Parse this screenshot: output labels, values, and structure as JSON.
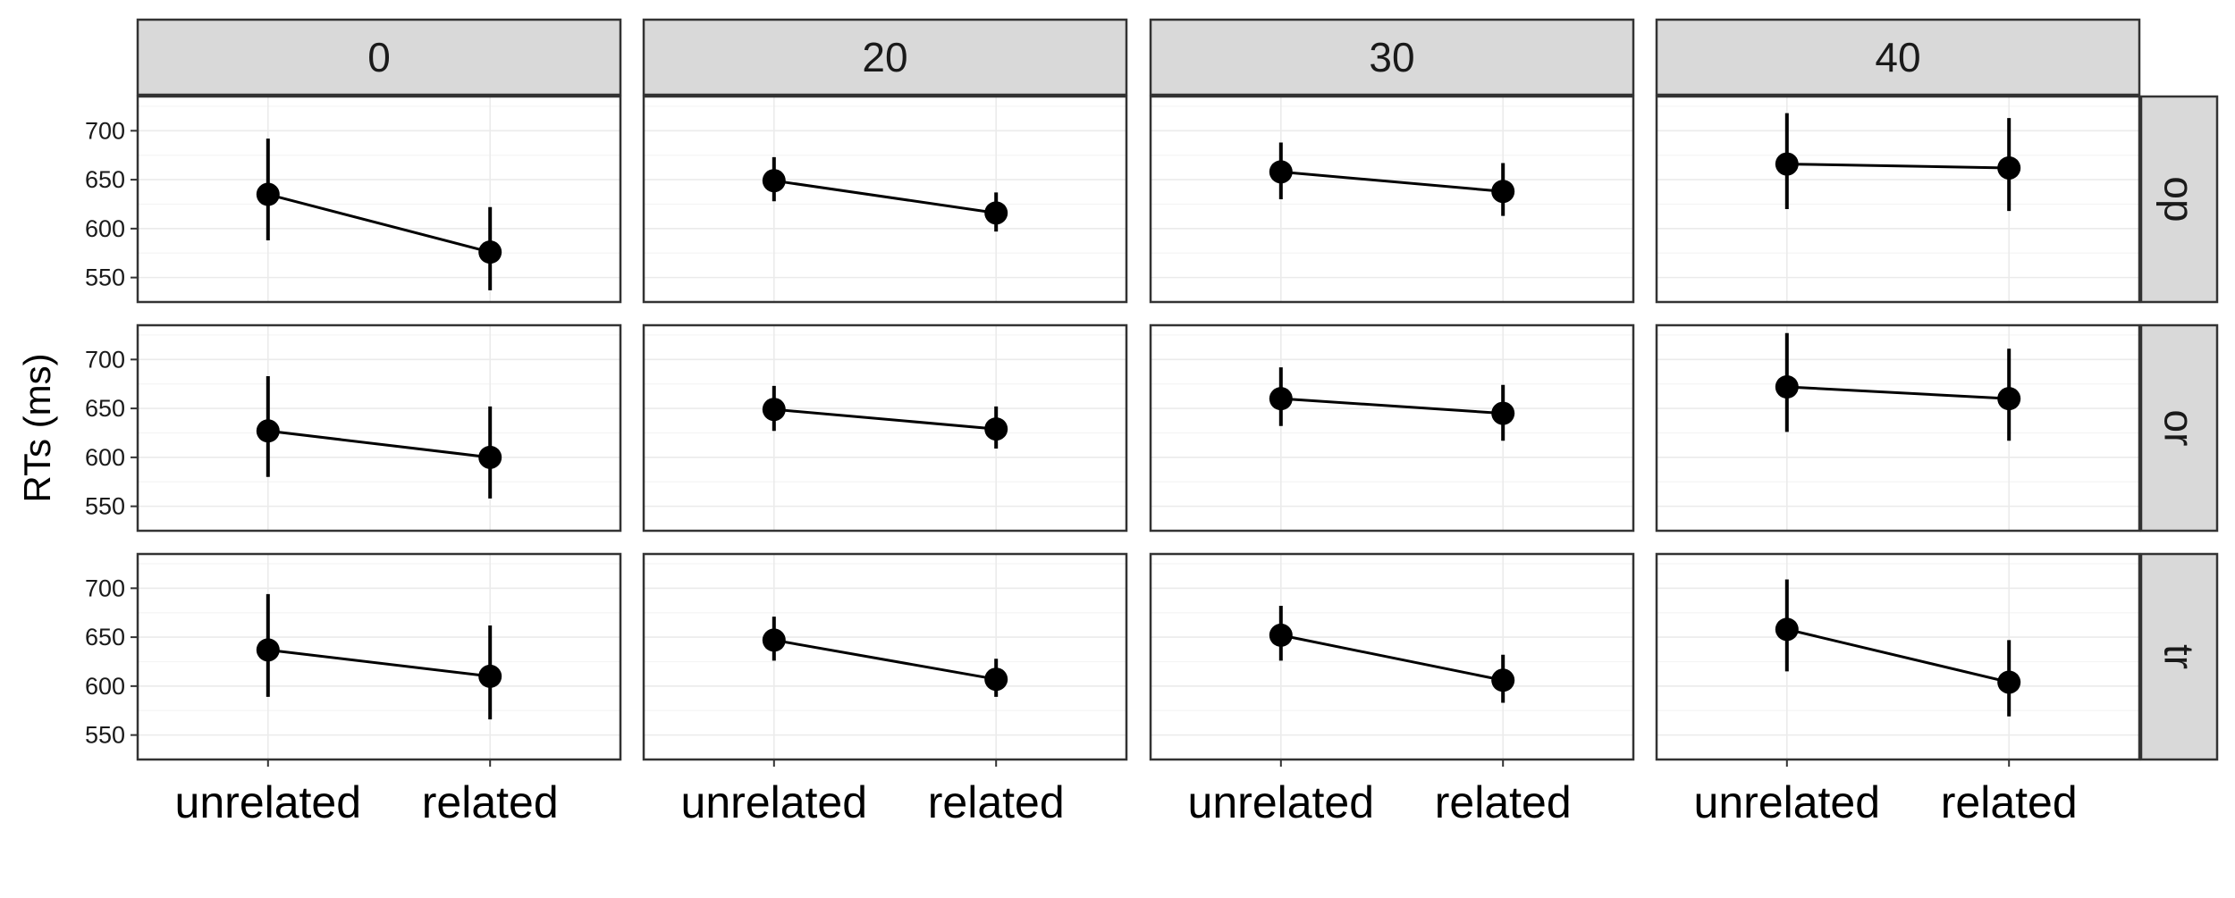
{
  "chart_data": {
    "type": "line",
    "ylabel": "RTs (ms)",
    "xlabel": "",
    "categories": [
      "unrelated",
      "related"
    ],
    "ylim": [
      525,
      735
    ],
    "yticks": [
      550,
      600,
      650,
      700
    ],
    "grid": true,
    "col_facets": [
      "0",
      "20",
      "30",
      "40"
    ],
    "row_facets": [
      "op",
      "or",
      "tr"
    ],
    "panels": [
      {
        "row": "op",
        "col": "0",
        "mean": [
          635,
          576
        ],
        "lower": [
          588,
          537
        ],
        "upper": [
          692,
          622
        ]
      },
      {
        "row": "op",
        "col": "20",
        "mean": [
          649,
          616
        ],
        "lower": [
          628,
          597
        ],
        "upper": [
          673,
          637
        ]
      },
      {
        "row": "op",
        "col": "30",
        "mean": [
          658,
          638
        ],
        "lower": [
          630,
          613
        ],
        "upper": [
          688,
          667
        ]
      },
      {
        "row": "op",
        "col": "40",
        "mean": [
          666,
          662
        ],
        "lower": [
          620,
          618
        ],
        "upper": [
          718,
          713
        ]
      },
      {
        "row": "or",
        "col": "0",
        "mean": [
          627,
          600
        ],
        "lower": [
          580,
          558
        ],
        "upper": [
          683,
          652
        ]
      },
      {
        "row": "or",
        "col": "20",
        "mean": [
          649,
          629
        ],
        "lower": [
          627,
          609
        ],
        "upper": [
          673,
          652
        ]
      },
      {
        "row": "or",
        "col": "30",
        "mean": [
          660,
          645
        ],
        "lower": [
          632,
          617
        ],
        "upper": [
          692,
          674
        ]
      },
      {
        "row": "or",
        "col": "40",
        "mean": [
          672,
          660
        ],
        "lower": [
          626,
          617
        ],
        "upper": [
          727,
          711
        ]
      },
      {
        "row": "tr",
        "col": "0",
        "mean": [
          637,
          610
        ],
        "lower": [
          589,
          566
        ],
        "upper": [
          694,
          662
        ]
      },
      {
        "row": "tr",
        "col": "20",
        "mean": [
          647,
          607
        ],
        "lower": [
          626,
          589
        ],
        "upper": [
          671,
          628
        ]
      },
      {
        "row": "tr",
        "col": "30",
        "mean": [
          652,
          606
        ],
        "lower": [
          626,
          583
        ],
        "upper": [
          682,
          632
        ]
      },
      {
        "row": "tr",
        "col": "40",
        "mean": [
          658,
          604
        ],
        "lower": [
          615,
          569
        ],
        "upper": [
          709,
          647
        ]
      }
    ]
  }
}
